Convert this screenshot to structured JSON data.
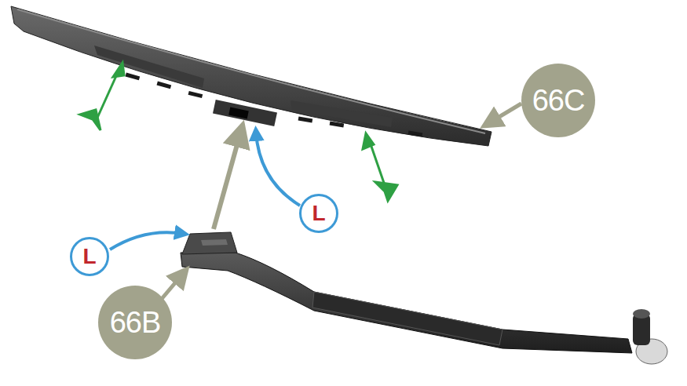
{
  "diagram": {
    "nodes": [
      {
        "text": [
          "66C"
        ]
      },
      {
        "text": [
          "L"
        ]
      },
      {
        "text": [
          "L"
        ]
      },
      {
        "text": [
          "66B"
        ]
      }
    ]
  }
}
